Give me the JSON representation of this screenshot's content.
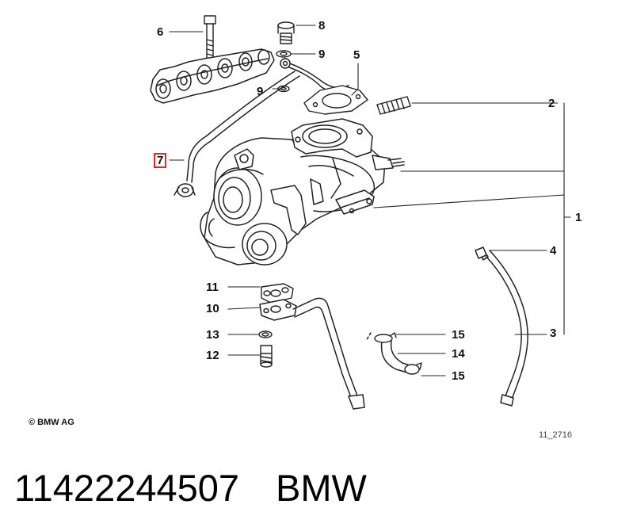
{
  "parts": {
    "p1": "1",
    "p2": "2",
    "p3": "3",
    "p4": "4",
    "p5": "5",
    "p6": "6",
    "p7": "7",
    "p8": "8",
    "p9a": "9",
    "p9b": "9",
    "p10": "10",
    "p11": "11",
    "p12": "12",
    "p13": "13",
    "p14": "14",
    "p15a": "15",
    "p15b": "15"
  },
  "highlighted_part": "7",
  "copyright": "© BMW AG",
  "drawing_code": "11_2716",
  "footer": {
    "part_number": "11422244507",
    "brand": "BMW"
  },
  "colors": {
    "line": "#222222",
    "highlight": "#e0242c"
  }
}
